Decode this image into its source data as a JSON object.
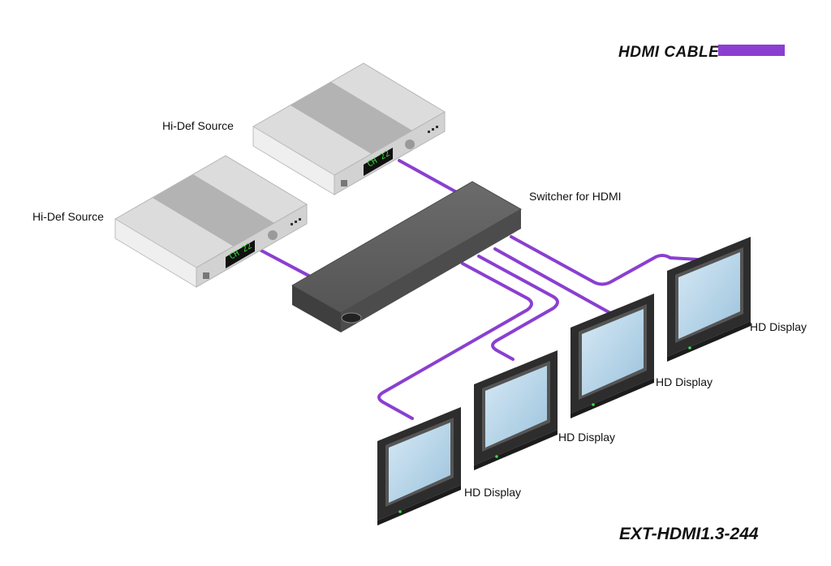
{
  "legend": {
    "label": "HDMI CABLE",
    "color": "#8a3fd1"
  },
  "model": "EXT-HDMI1.3-244",
  "switcher": {
    "label": "Switcher for HDMI"
  },
  "sources": [
    {
      "label": "Hi-Def Source",
      "display": "CH 22"
    },
    {
      "label": "Hi-Def Source",
      "display": "CH 22"
    }
  ],
  "displays": [
    {
      "label": "HD Display"
    },
    {
      "label": "HD Display"
    },
    {
      "label": "HD Display"
    },
    {
      "label": "HD Display"
    }
  ],
  "colors": {
    "cable": "#8a3fd1",
    "lcd_text": "#3ddc3d",
    "screen": "#b8d7ea"
  }
}
